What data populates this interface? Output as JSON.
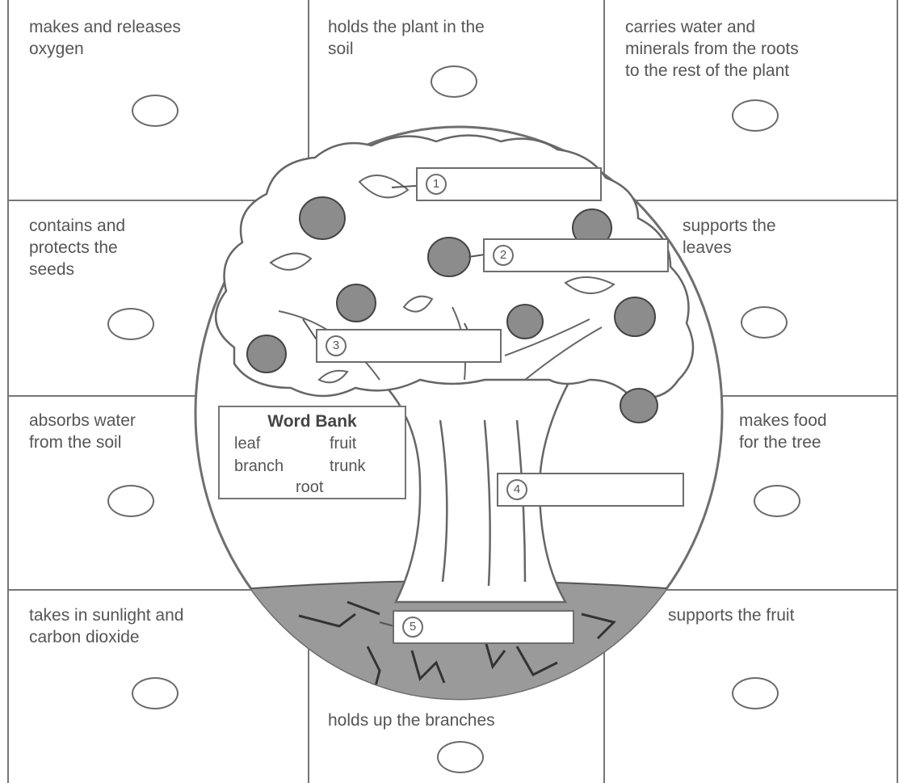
{
  "cells": [
    {
      "id": "cell-1",
      "text": "makes and releases\noxygen"
    },
    {
      "id": "cell-2",
      "text": "holds the plant in the\nsoil"
    },
    {
      "id": "cell-3",
      "text": "carries water and\nminerals from the roots\nto the rest of the plant"
    },
    {
      "id": "cell-4",
      "text": "contains and\nprotects the\nseeds"
    },
    {
      "id": "cell-5",
      "text": "supports the\nleaves"
    },
    {
      "id": "cell-6",
      "text": "absorbs water\nfrom the soil"
    },
    {
      "id": "cell-7",
      "text": "makes food\nfor the tree"
    },
    {
      "id": "cell-8",
      "text": "takes in sunlight and\ncarbon dioxide"
    },
    {
      "id": "cell-9",
      "text": "supports the fruit"
    },
    {
      "id": "cell-10",
      "text": "holds up the branches"
    }
  ],
  "labels": [
    {
      "number": "1",
      "answer": ""
    },
    {
      "number": "2",
      "answer": ""
    },
    {
      "number": "3",
      "answer": ""
    },
    {
      "number": "4",
      "answer": ""
    },
    {
      "number": "5",
      "answer": ""
    }
  ],
  "word_bank": {
    "title": "Word Bank",
    "words": [
      "leaf",
      "fruit",
      "branch",
      "trunk",
      "root"
    ]
  },
  "colors": {
    "outline": "#6a6a6a",
    "text": "#555555",
    "fruit": "#8c8c8c",
    "ground": "#9a9a9a"
  }
}
